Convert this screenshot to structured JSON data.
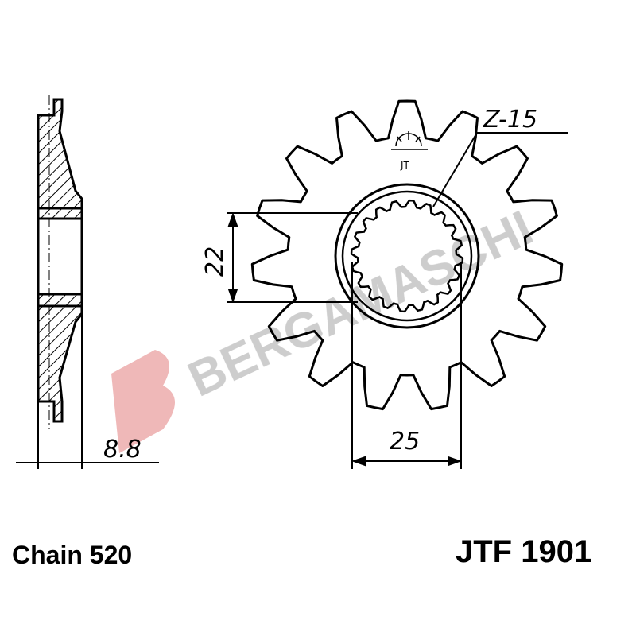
{
  "drawing": {
    "teeth_label": "Z-15",
    "hub_dim": "22",
    "spline_dim": "25",
    "thickness_dim": "8.8",
    "logo_symbol": "JT",
    "watermark": "BERGAMASCHI",
    "watermark_colors": {
      "logo": "#e8a0a0",
      "text": "#c8c8c8"
    }
  },
  "footer": {
    "chain": "Chain 520",
    "part_number": "JTF 1901"
  }
}
